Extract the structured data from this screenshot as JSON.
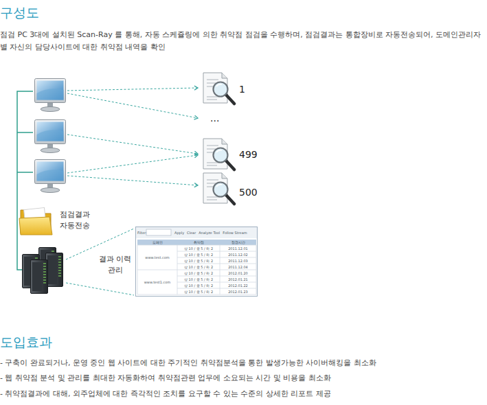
{
  "diagram": {
    "title": "구성도",
    "labels": [
      "점검 PC 3대에 설치된 Scan-Ray 를 통해, 자동 스케쥴링에 의한 취약점 점검을 수행하며, 점검결과는 통합장비로 자동전송되어, 도메인관리자별 자신의 담당사이트에 대한 취약점 내역을 확인",
      "1",
      "...",
      "499",
      "500",
      "점검결과 자동전송",
      "결과 이력관리",
      "Filter:",
      "Apply",
      "Clear",
      "Analyze Tool",
      "Follow Stream",
      "도메인",
      "취약점",
      "점검시간",
      "www.test.com",
      "상 10 / 중 5 / 하 2",
      "2011.12.01",
      "상 10 / 중 5 / 하 2",
      "2011.12.02",
      "상 10 / 중 5 / 하 2",
      "2011.12.03",
      "상 10 / 중 5 / 하 2",
      "2011.12.04",
      "www.test1.com",
      "상 10 / 중 5 / 하 2",
      "2012.01.20",
      "상 10 / 중 5 / 하 2",
      "2012.01.21",
      "상 10 / 중 5 / 하 2",
      "2012.01.22",
      "상 10 / 중 5 / 하 2",
      "2012.01.23",
      "도입효과",
      "- 구축이 완료되거나, 운영 중인 웹 사이트에 대한 주기적인 취약점분석을 통한 발생가능한 사이버해킹을 최소화",
      "- 웹 취약점 분석 및 관리를 최대한 자동화하여 취약점관련 업무에 소요되는 시간 및 비용을 최소화",
      "- 취약점결과에 대해, 외주업체에 대한 즉각적인 조치를 요구할 수 있는 수준의 상세한 리포트 제공"
    ]
  }
}
